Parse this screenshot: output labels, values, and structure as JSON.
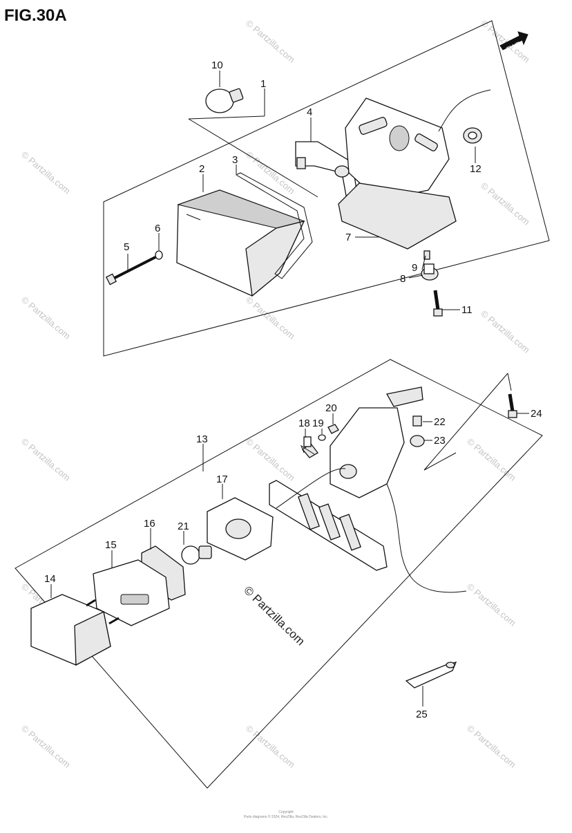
{
  "figure": {
    "title": "FIG.30A",
    "direction_label": "FWD",
    "copyright_text": "© Partzilla.com",
    "footer_line1": "Copyright",
    "footer_line2": "Parts diagrams © 2024, RevZilla, RevZilla Dealers, Inc."
  },
  "watermark": {
    "text": "© Partzilla.com"
  },
  "callouts": {
    "c1": "1",
    "c2": "2",
    "c3": "3",
    "c4": "4",
    "c5": "5",
    "c6": "6",
    "c7": "7",
    "c8": "8",
    "c9": "9",
    "c10": "10",
    "c11": "11",
    "c12": "12",
    "c13": "13",
    "c14": "14",
    "c15": "15",
    "c16": "16",
    "c17": "17",
    "c18": "18",
    "c19": "19",
    "c20": "20",
    "c21": "21",
    "c22": "22",
    "c23": "23",
    "c24": "24",
    "c25": "25"
  }
}
